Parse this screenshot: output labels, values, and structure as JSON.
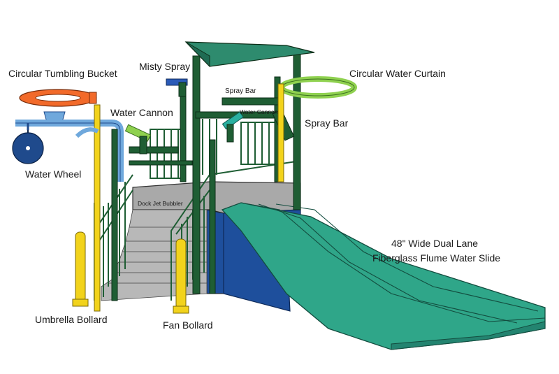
{
  "labels": {
    "circular_tumbling_bucket": "Circular Tumbling Bucket",
    "misty_spray": "Misty Spray",
    "circular_water_curtain": "Circular Water Curtain",
    "spray_bar_top": "Spray Bar",
    "water_cannon_left": "Water Cannon",
    "water_cannon_right": "Water Cannon",
    "spray_bar_right": "Spray Bar",
    "water_wheel": "Water Wheel",
    "dock_jet_bubbler": "Dock Jet Bubbler",
    "slide_line1": "48\" Wide Dual Lane",
    "slide_line2": "Fiberglass Flume Water Slide",
    "umbrella_bollard": "Umbrella Bollard",
    "fan_bollard": "Fan Bollard"
  },
  "colors": {
    "frame": "#1f5e34",
    "frame_outline": "#0d2e18",
    "roof": "#2e8b6e",
    "deck": "#a9a9a9",
    "slide": "#2fa689",
    "slide_dark": "#238470",
    "wall_blue": "#1e4f9c",
    "bollard": "#f2d31c",
    "bucket": "#f26a2a",
    "curtain": "#8fd14f",
    "cannon": "#2ab0a0",
    "pipe": "#6fa8dc",
    "wheel": "#1f4a8c",
    "misty": "#2a5ab8"
  }
}
